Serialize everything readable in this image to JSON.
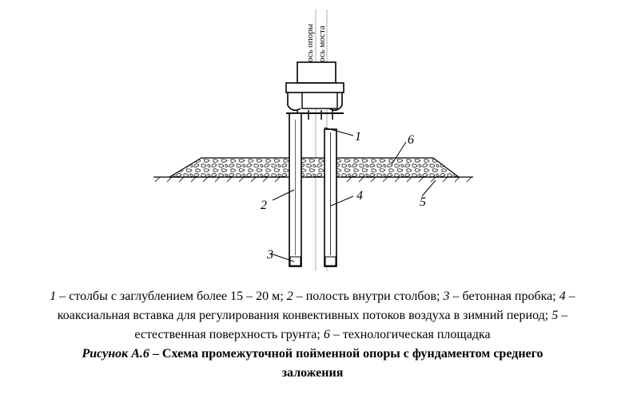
{
  "drawing": {
    "axis_labels": {
      "support_axis": "ось опоры",
      "bridge_axis": "ось моста"
    },
    "callouts": [
      "1",
      "2",
      "3",
      "4",
      "5",
      "6"
    ]
  },
  "legend": {
    "line1": [
      {
        "num": "1",
        "text": " – столбы с заглублением более 15 – 20 м; "
      },
      {
        "num": "2",
        "text": " – полость внутри столбов; "
      },
      {
        "num": "3",
        "text": " – бетонная пробка; "
      },
      {
        "num": "4",
        "text": " –"
      }
    ],
    "line2": [
      {
        "num": "",
        "text": "коаксиальная вставка для регулирования конвективных потоков воздуха в зимний период; "
      },
      {
        "num": "5",
        "text": " –"
      }
    ],
    "line3": [
      {
        "num": "",
        "text": "естественная поверхность грунта; "
      },
      {
        "num": "6",
        "text": " – технологическая площадка"
      }
    ]
  },
  "caption": {
    "figure": "Рисунок А.6",
    "line1": " – Схема промежуточной пойменной опоры с фундаментом среднего",
    "line2": "заложения"
  }
}
